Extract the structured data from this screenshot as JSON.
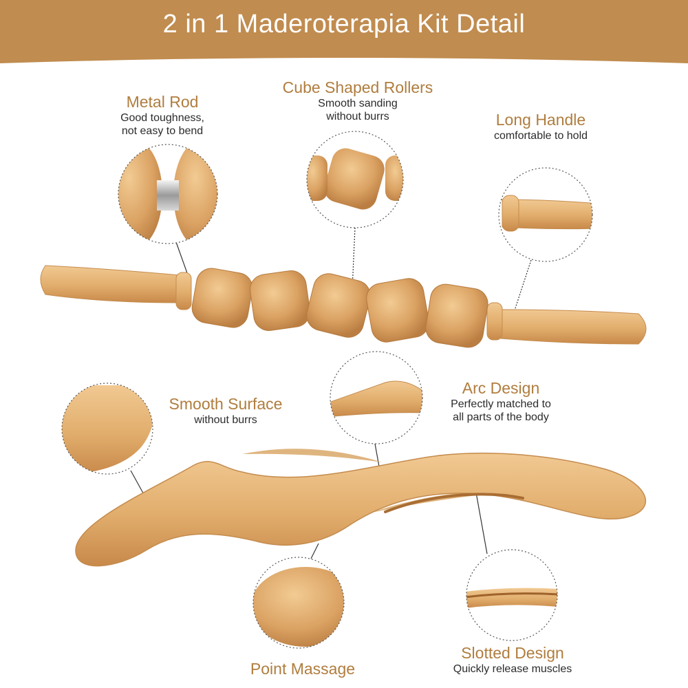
{
  "title": "2 in 1 Maderoterapia Kit Detail",
  "colors": {
    "banner": "#c08c4f",
    "heading": "#b07d3e",
    "wood": "#e1ad6c",
    "text": "#2b2b2b"
  },
  "callouts": [
    {
      "id": "metal-rod",
      "heading": "Metal Rod",
      "desc": [
        "Good toughness,",
        "not easy to bend"
      ]
    },
    {
      "id": "cube-rollers",
      "heading": "Cube Shaped Rollers",
      "desc": [
        "Smooth sanding",
        "without burrs"
      ]
    },
    {
      "id": "long-handle",
      "heading": "Long Handle",
      "desc": [
        "comfortable to hold"
      ]
    },
    {
      "id": "smooth-surface",
      "heading": "Smooth Surface",
      "desc": [
        "without burrs"
      ]
    },
    {
      "id": "arc-design",
      "heading": "Arc Design",
      "desc": [
        "Perfectly matched to",
        "all parts of the body"
      ]
    },
    {
      "id": "point-massage",
      "heading": "Point Massage",
      "desc": []
    },
    {
      "id": "slotted-design",
      "heading": "Slotted Design",
      "desc": [
        "Quickly release muscles"
      ]
    }
  ]
}
